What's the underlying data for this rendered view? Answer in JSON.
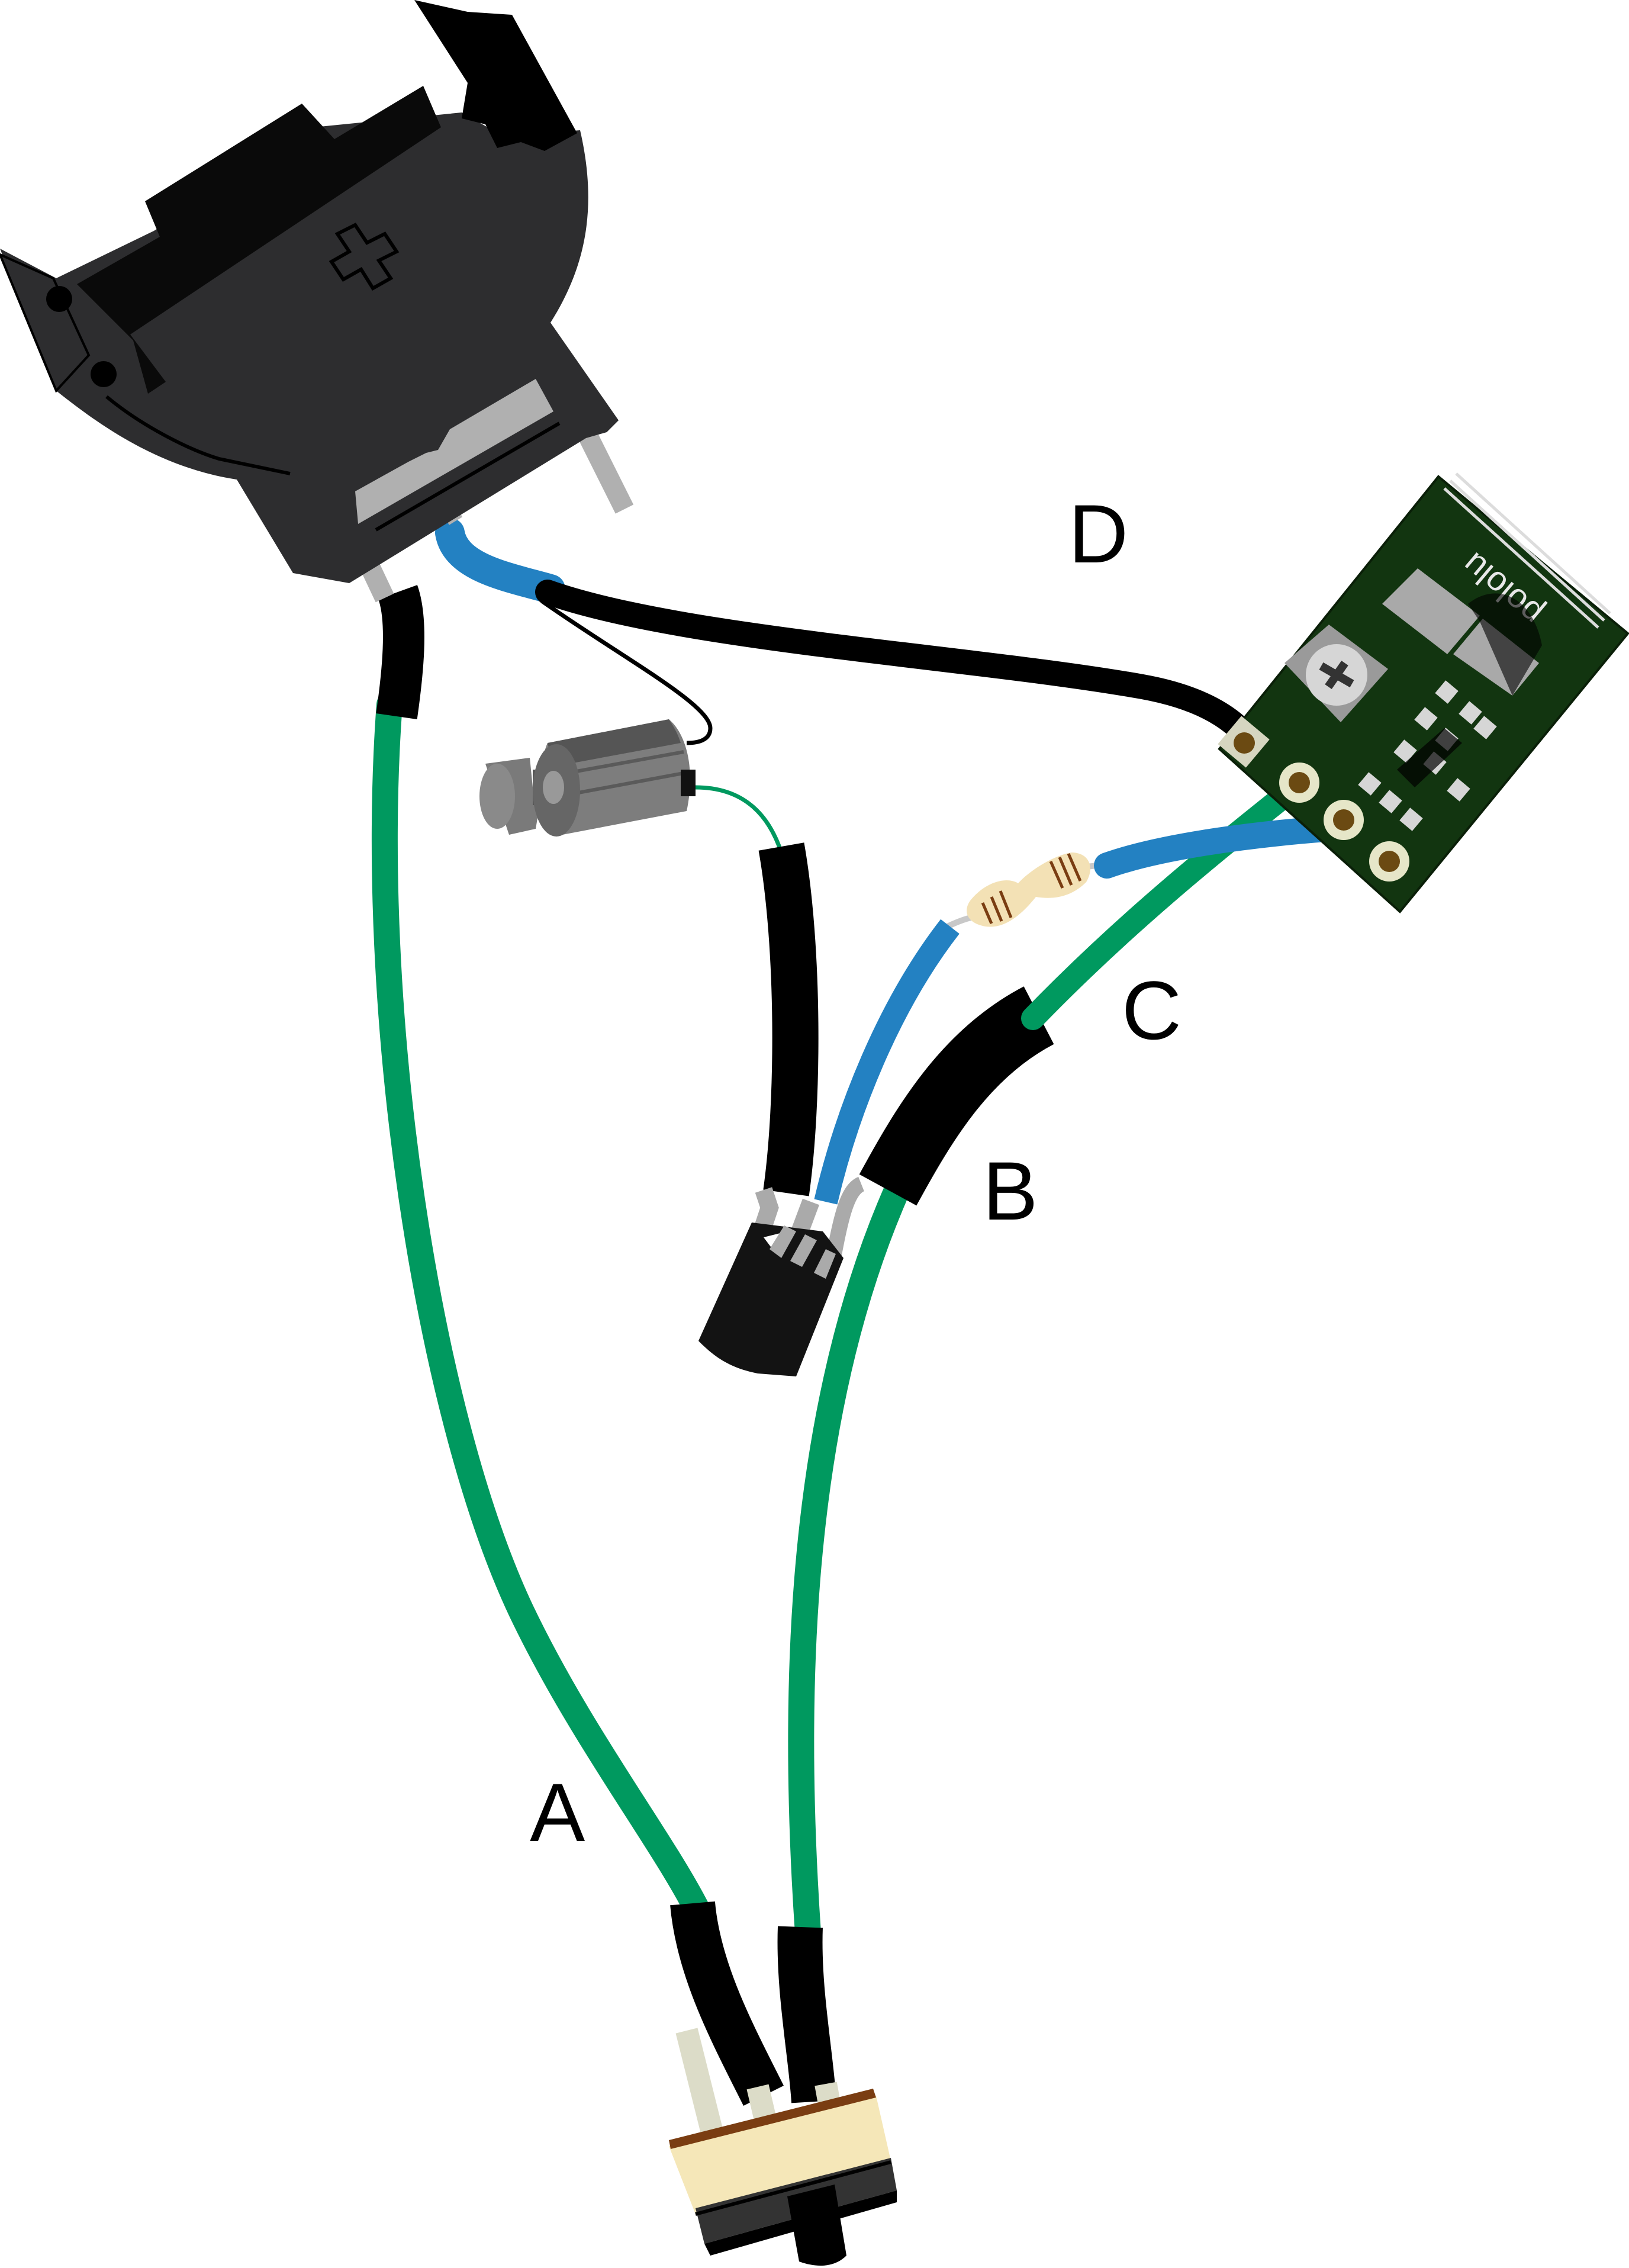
{
  "diagram": {
    "labels": {
      "a": "A",
      "b": "B",
      "c": "C",
      "d": "D"
    },
    "regulator_brand": "pololu"
  },
  "colors": {
    "green_wire": "#00995f",
    "blue_wire": "#2381c2",
    "black": "#000000",
    "holder_body": "#2d2d2f",
    "board": "#123510",
    "switch_body": "#f5e7b8",
    "resistor_body": "#f3e1b5",
    "metal_lead": "#b0b0b0"
  },
  "components": [
    {
      "name": "coin-cell-battery-holder-icon"
    },
    {
      "name": "vibration-motor-icon"
    },
    {
      "name": "transistor-icon"
    },
    {
      "name": "resistor-icon"
    },
    {
      "name": "voltage-regulator-board-icon"
    },
    {
      "name": "slide-switch-icon"
    }
  ]
}
